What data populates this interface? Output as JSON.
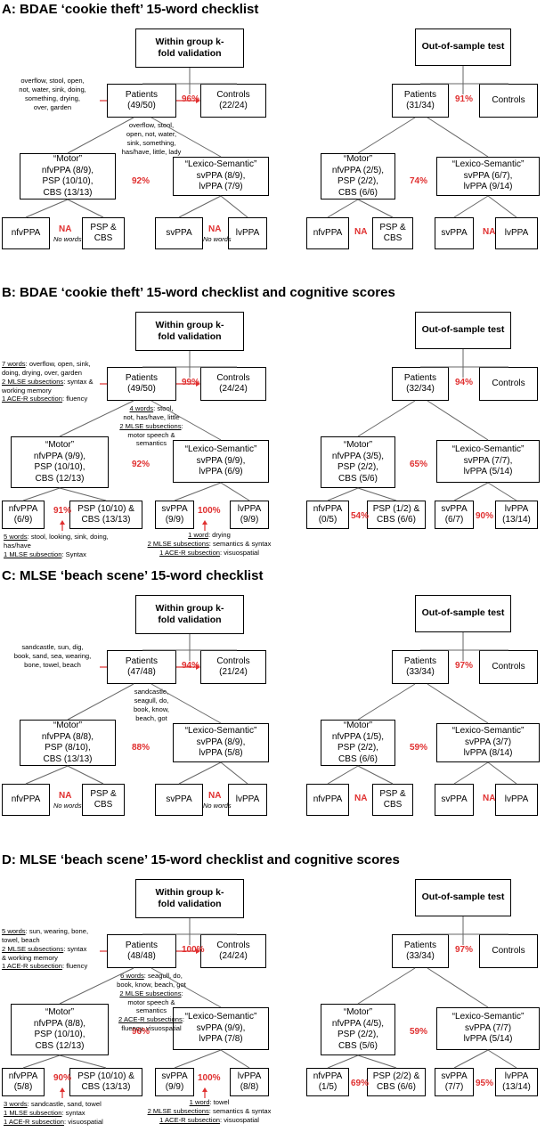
{
  "panels": [
    {
      "title": "A: BDAE ‘cookie theft’ 15-word checklist",
      "left": {
        "root": [
          "Within group k-",
          "fold validation"
        ],
        "patients": [
          "Patients",
          "(49/50)"
        ],
        "controls": [
          "Controls",
          "(22/24)"
        ],
        "pct_top": "96%",
        "motor": [
          "“Motor”",
          "nfvPPA (8/9),",
          "PSP (10/10),",
          "CBS (13/13)"
        ],
        "lexico": [
          "“Lexico-Semantic”",
          "svPPA (8/9),",
          "lvPPA (7/9)"
        ],
        "pct_mid": "92%",
        "leaf1": [
          "nfvPPA"
        ],
        "leaf2": [
          "PSP &",
          "CBS"
        ],
        "leaf3": [
          "svPPA"
        ],
        "leaf4": [
          "lvPPA"
        ],
        "pct_leaf_left": "NA",
        "na_left_sub": "No words",
        "pct_leaf_right": "NA",
        "na_right_sub": "No words",
        "note_top": [
          "overflow, stool, open,",
          "not, water, sink, doing,",
          "something, drying,",
          "over, garden"
        ],
        "note_mid": [
          "overflow, stool,",
          "open, not, water,",
          "sink, something,",
          "has/have, little, lady"
        ],
        "note_bl": [],
        "note_br": []
      },
      "right": {
        "root": [
          "Out-of-sample test"
        ],
        "patients": [
          "Patients",
          "(31/34)"
        ],
        "controls": [
          "Controls"
        ],
        "pct_top": "91%",
        "motor": [
          "“Motor”",
          "nfvPPA (2/5),",
          "PSP (2/2),",
          "CBS (6/6)"
        ],
        "lexico": [
          "“Lexico-Semantic”",
          "svPPA (6/7),",
          "lvPPA (9/14)"
        ],
        "pct_mid": "74%",
        "leaf1": [
          "nfvPPA"
        ],
        "leaf2": [
          "PSP &",
          "CBS"
        ],
        "leaf3": [
          "svPPA"
        ],
        "leaf4": [
          "lvPPA"
        ],
        "pct_leaf_left": "NA",
        "pct_leaf_right": "NA"
      }
    },
    {
      "title": "B: BDAE ‘cookie theft’ 15-word checklist and cognitive scores",
      "left": {
        "root": [
          "Within group k-",
          "fold validation"
        ],
        "patients": [
          "Patients",
          "(49/50)"
        ],
        "controls": [
          "Controls",
          "(24/24)"
        ],
        "pct_top": "99%",
        "motor": [
          "“Motor”",
          "nfvPPA (9/9),",
          "PSP (10/10),",
          "CBS (12/13)"
        ],
        "lexico": [
          "“Lexico-Semantic”",
          "svPPA (9/9),",
          "lvPPA (6/9)"
        ],
        "pct_mid": "92%",
        "leaf1": [
          "nfvPPA",
          "(6/9)"
        ],
        "leaf2": [
          "PSP (10/10) &",
          "CBS (13/13)"
        ],
        "leaf3": [
          "svPPA",
          "(9/9)"
        ],
        "leaf4": [
          "lvPPA",
          "(9/9)"
        ],
        "pct_leaf_left": "91%",
        "pct_leaf_right": "100%",
        "note_top": [
          {
            "u": "7 words",
            "t": ": overflow, open, sink,"
          },
          {
            "u": "",
            "t": "doing, drying, over, garden"
          },
          {
            "u": "2 MLSE subsections",
            "t": ": syntax &"
          },
          {
            "u": "",
            "t": "working memory"
          },
          {
            "u": "1 ACE-R subsection",
            "t": ": fluency"
          }
        ],
        "note_mid": [
          {
            "u": "4 words",
            "t": ": stool,"
          },
          {
            "u": "",
            "t": "not, has/have, little"
          },
          {
            "u": "2 MLSE subsections",
            "t": ":"
          },
          {
            "u": "",
            "t": "motor speech &"
          },
          {
            "u": "",
            "t": "semantics"
          }
        ],
        "note_bl": [
          {
            "u": "5 words",
            "t": ": stool, looking, sink, doing,"
          },
          {
            "u": "",
            "t": "has/have"
          },
          {
            "u": "1 MLSE subsection",
            "t": ": Syntax"
          }
        ],
        "note_br": [
          {
            "u": "1 word",
            "t": ": drying"
          },
          {
            "u": "2 MLSE subsections",
            "t": ": semantics & syntax"
          },
          {
            "u": "1 ACE-R subsection",
            "t": ": visuospatial"
          }
        ]
      },
      "right": {
        "root": [
          "Out-of-sample test"
        ],
        "patients": [
          "Patients",
          "(32/34)"
        ],
        "controls": [
          "Controls"
        ],
        "pct_top": "94%",
        "motor": [
          "“Motor”",
          "nfvPPA (3/5),",
          "PSP (2/2),",
          "CBS (5/6)"
        ],
        "lexico": [
          "“Lexico-Semantic”",
          "svPPA (7/7),",
          "lvPPA (5/14)"
        ],
        "pct_mid": "65%",
        "leaf1": [
          "nfvPPA",
          "(0/5)"
        ],
        "leaf2": [
          "PSP (1/2) &",
          "CBS (6/6)"
        ],
        "leaf3": [
          "svPPA",
          "(6/7)"
        ],
        "leaf4": [
          "lvPPA",
          "(13/14)"
        ],
        "pct_leaf_left": "54%",
        "pct_leaf_right": "90%"
      }
    },
    {
      "title": "C: MLSE ‘beach scene’ 15-word checklist",
      "left": {
        "root": [
          "Within group k-",
          "fold validation"
        ],
        "patients": [
          "Patients",
          "(47/48)"
        ],
        "controls": [
          "Controls",
          "(21/24)"
        ],
        "pct_top": "94%",
        "motor": [
          "“Motor”",
          "nfvPPA (8/8),",
          "PSP (8/10),",
          "CBS (13/13)"
        ],
        "lexico": [
          "“Lexico-Semantic”",
          "svPPA (8/9),",
          "lvPPA (5/8)"
        ],
        "pct_mid": "88%",
        "leaf1": [
          "nfvPPA"
        ],
        "leaf2": [
          "PSP &",
          "CBS"
        ],
        "leaf3": [
          "svPPA"
        ],
        "leaf4": [
          "lvPPA"
        ],
        "pct_leaf_left": "NA",
        "na_left_sub": "No words",
        "pct_leaf_right": "NA",
        "na_right_sub": "No words",
        "note_top": [
          "sandcastle, sun, dig,",
          "book, sand, sea, wearing,",
          "bone, towel, beach"
        ],
        "note_mid": [
          "sandcastle,",
          "seagull, do,",
          "book, know,",
          "beach, got"
        ],
        "note_bl": [],
        "note_br": []
      },
      "right": {
        "root": [
          "Out-of-sample test"
        ],
        "patients": [
          "Patients",
          "(33/34)"
        ],
        "controls": [
          "Controls"
        ],
        "pct_top": "97%",
        "motor": [
          "“Motor”",
          "nfvPPA (1/5),",
          "PSP (2/2),",
          "CBS (6/6)"
        ],
        "lexico": [
          "“Lexico-Semantic”",
          "svPPA (3/7)",
          "lvPPA (8/14)"
        ],
        "pct_mid": "59%",
        "leaf1": [
          "nfvPPA"
        ],
        "leaf2": [
          "PSP &",
          "CBS"
        ],
        "leaf3": [
          "svPPA"
        ],
        "leaf4": [
          "lvPPA"
        ],
        "pct_leaf_left": "NA",
        "pct_leaf_right": "NA"
      }
    },
    {
      "title": "D: MLSE ‘beach scene’ 15-word checklist and cognitive scores",
      "left": {
        "root": [
          "Within group k-",
          "fold validation"
        ],
        "patients": [
          "Patients",
          "(48/48)"
        ],
        "controls": [
          "Controls",
          "(24/24)"
        ],
        "pct_top": "100%",
        "motor": [
          "“Motor”",
          "nfvPPA (8/8),",
          "PSP (10/10),",
          "CBS (12/13)"
        ],
        "lexico": [
          "“Lexico-Semantic”",
          "svPPA (9/9),",
          "lvPPA (7/8)"
        ],
        "pct_mid": "96%",
        "leaf1": [
          "nfvPPA",
          "(5/8)"
        ],
        "leaf2": [
          "PSP (10/10) &",
          "CBS (13/13)"
        ],
        "leaf3": [
          "svPPA",
          "(9/9)"
        ],
        "leaf4": [
          "lvPPA",
          "(8/8)"
        ],
        "pct_leaf_left": "90%",
        "pct_leaf_right": "100%",
        "note_top": [
          {
            "u": "5 words",
            "t": ": sun, wearing, bone,"
          },
          {
            "u": "",
            "t": "towel, beach"
          },
          {
            "u": "2 MLSE subsections",
            "t": ": syntax"
          },
          {
            "u": "",
            "t": "& working memory"
          },
          {
            "u": "1 ACE-R subsection",
            "t": ": fluency"
          }
        ],
        "note_mid": [
          {
            "u": "6 words",
            "t": ": seagull, do,"
          },
          {
            "u": "",
            "t": "book, know, beach, got"
          },
          {
            "u": "2 MLSE subsections",
            "t": ":"
          },
          {
            "u": "",
            "t": "motor speech &"
          },
          {
            "u": "",
            "t": "semantics"
          },
          {
            "u": "2 ACE-R subsections",
            "t": ":"
          },
          {
            "u": "",
            "t": "fluency, visuospatial"
          }
        ],
        "note_bl": [
          {
            "u": "3 words",
            "t": ": sandcastle, sand, towel"
          },
          {
            "u": "1 MLSE subsection",
            "t": ": syntax"
          },
          {
            "u": "1 ACE-R subsection",
            "t": ": visuospatial"
          }
        ],
        "note_br": [
          {
            "u": "1 word",
            "t": ": towel"
          },
          {
            "u": "2 MLSE subsections",
            "t": ": semantics & syntax"
          },
          {
            "u": "1 ACE-R subsection",
            "t": ": visuospatial"
          }
        ]
      },
      "right": {
        "root": [
          "Out-of-sample test"
        ],
        "patients": [
          "Patients",
          "(33/34)"
        ],
        "controls": [
          "Controls"
        ],
        "pct_top": "97%",
        "motor": [
          "“Motor”",
          "nfvPPA (4/5),",
          "PSP (2/2),",
          "CBS (5/6)"
        ],
        "lexico": [
          "“Lexico-Semantic”",
          "svPPA (7/7)",
          "lvPPA (5/14)"
        ],
        "pct_mid": "59%",
        "leaf1": [
          "nfvPPA",
          "(1/5)"
        ],
        "leaf2": [
          "PSP (2/2) &",
          "CBS (6/6)"
        ],
        "leaf3": [
          "svPPA",
          "(7/7)"
        ],
        "leaf4": [
          "lvPPA",
          "(13/14)"
        ],
        "pct_leaf_left": "69%",
        "pct_leaf_right": "95%"
      }
    }
  ]
}
